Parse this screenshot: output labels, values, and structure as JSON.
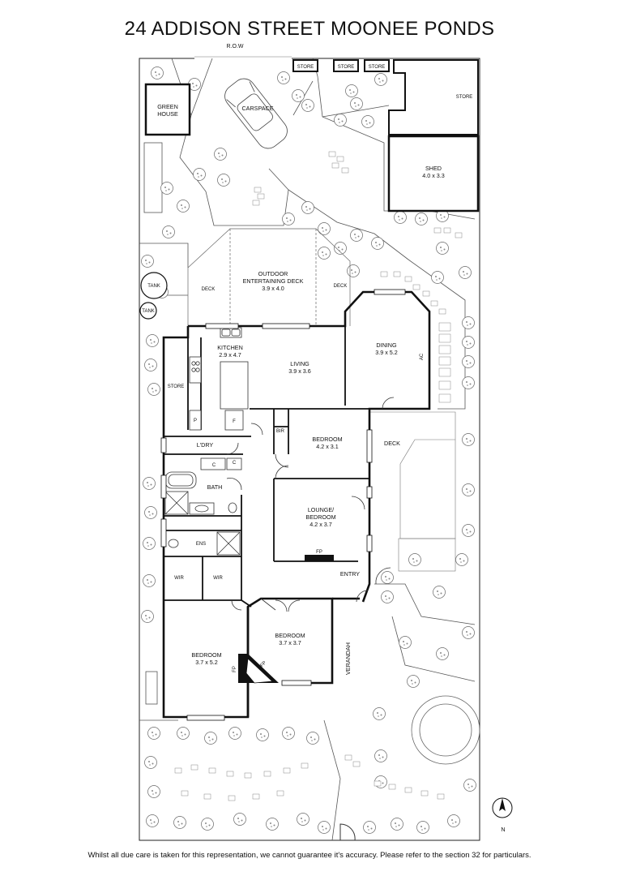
{
  "title": "24 ADDISON STREET MOONEE PONDS",
  "row_label": "R.O.W",
  "disclaimer": "Whilst all due care is taken for this representation, we cannot guarantee it's accuracy. Please refer to the section 32 for particulars.",
  "north_label": "N",
  "rooms": {
    "green_house": [
      "GREEN",
      "HOUSE"
    ],
    "carspace": "CARSPACE",
    "store_1": "STORE",
    "store_2": "STORE",
    "store_3": "STORE",
    "store_4": "STORE",
    "shed": [
      "SHED",
      "4.0 x 3.3"
    ],
    "tank_1": "TANK",
    "tank_2": "TANK",
    "outdoor_deck": [
      "OUTDOOR",
      "ENTERTAINING DECK",
      "3.9 x 4.0"
    ],
    "deck_left": "DECK",
    "deck_right": "DECK",
    "kitchen": [
      "KITCHEN",
      "2.9 x 4.7"
    ],
    "living": [
      "LIVING",
      "3.9 x 3.6"
    ],
    "dining": [
      "DINING",
      "3.9 x 5.2"
    ],
    "ac": "AC",
    "store_int": "STORE",
    "pantry": "P",
    "fridge": "F",
    "bir": "BIR",
    "bedroom_1": [
      "BEDROOM",
      "4.2 x 3.1"
    ],
    "deck_side": "DECK",
    "laundry": "L'DRY",
    "cupboard_1": "C",
    "cupboard_2": "C",
    "bath": "BATH",
    "lounge": [
      "LOUNGE/",
      "BEDROOM",
      "4.2 x 3.7"
    ],
    "ens": "ENS",
    "fp_lounge": "FP",
    "wir_1": "WIR",
    "wir_2": "WIR",
    "entry": "ENTRY",
    "bedroom_2": [
      "BEDROOM",
      "3.7 x 3.7"
    ],
    "bedroom_3": [
      "BEDROOM",
      "3.7 x 5.2"
    ],
    "fp_1": "FP",
    "fp_2": "FP",
    "verandah": "VERANDAH"
  }
}
